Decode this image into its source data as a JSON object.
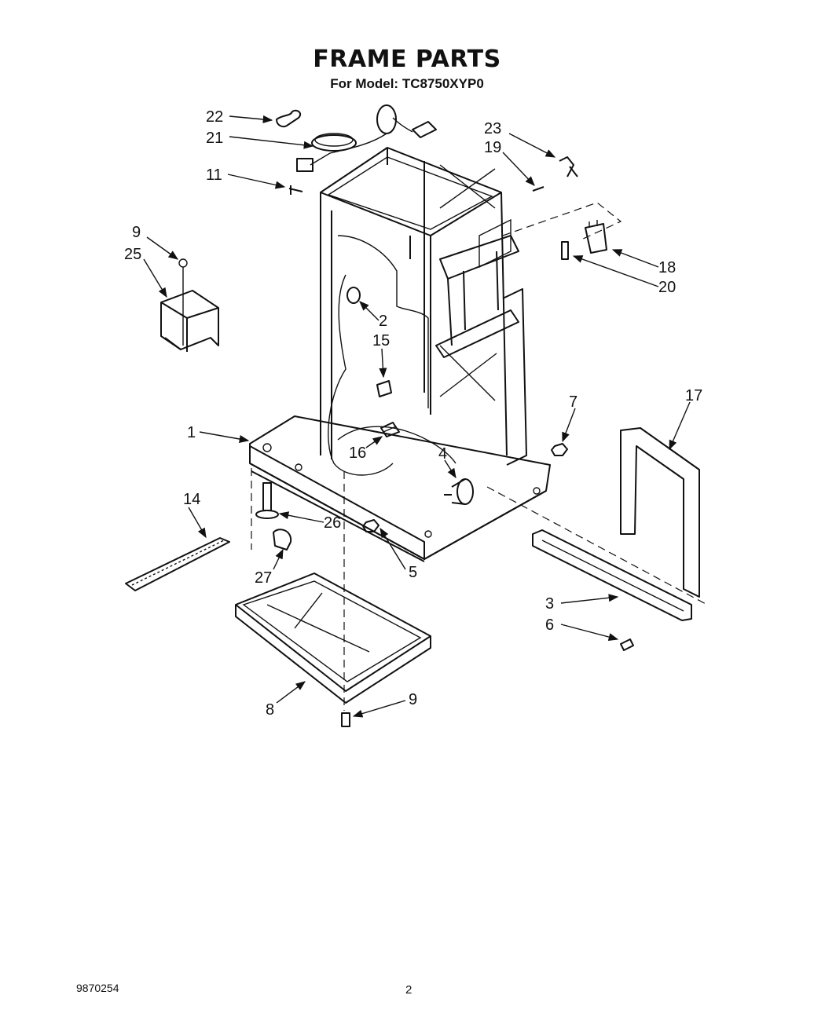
{
  "header": {
    "title": "FRAME PARTS",
    "subtitle": "For Model: TC8750XYP0"
  },
  "footer": {
    "doc_number": "9870254",
    "page_number": "2"
  },
  "callouts": {
    "c22": "22",
    "c21": "21",
    "c11": "11",
    "c9a": "9",
    "c25": "25",
    "c23": "23",
    "c19": "19",
    "c18": "18",
    "c20": "20",
    "c2": "2",
    "c15": "15",
    "c1": "1",
    "c16": "16",
    "c4": "4",
    "c7": "7",
    "c17": "17",
    "c14": "14",
    "c26": "26",
    "c27": "27",
    "c5": "5",
    "c3": "3",
    "c6": "6",
    "c8": "8",
    "c9b": "9"
  }
}
